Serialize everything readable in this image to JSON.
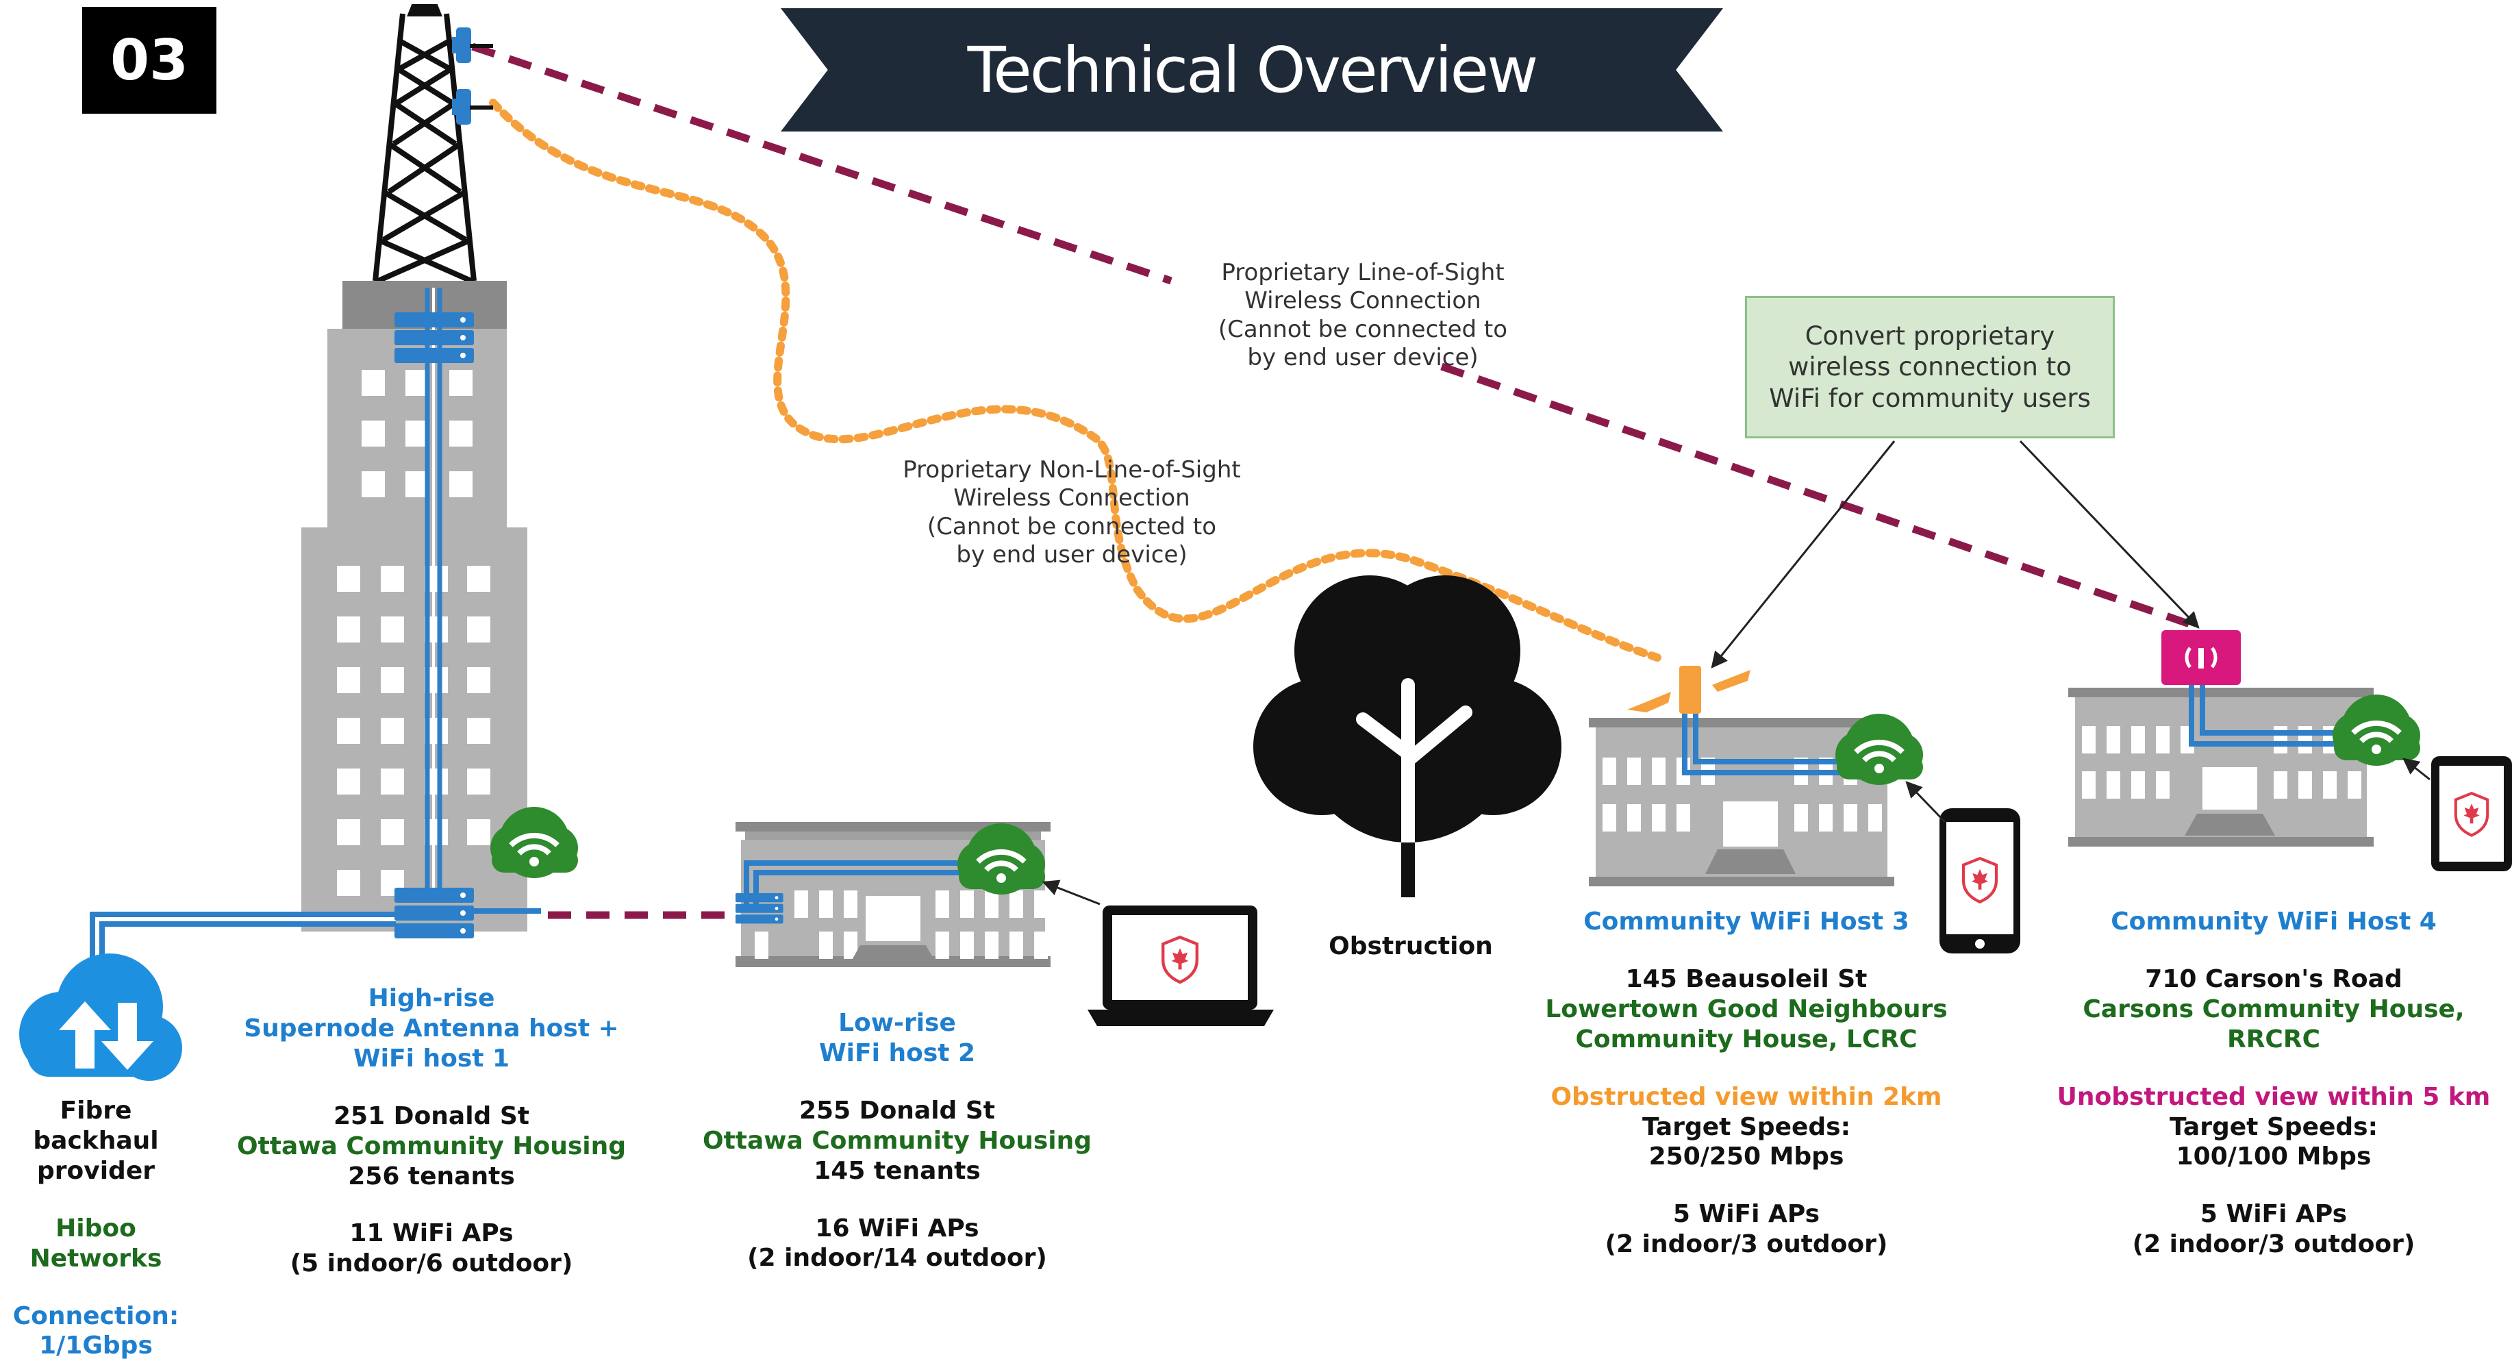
{
  "slide": {
    "number": "03",
    "title": "Technical Overview"
  },
  "labels": {
    "los": [
      "Proprietary Line-of-Sight",
      "Wireless Connection",
      "(Cannot be connected to",
      "by end user device)"
    ],
    "nlos": [
      "Proprietary Non-Line-of-Sight",
      "Wireless Connection",
      "(Cannot be connected to",
      "by end user device)"
    ],
    "convert": "Convert proprietary wireless connection to WiFi for community users",
    "obstruction": "Obstruction"
  },
  "nodes": {
    "fibre": {
      "name1": "Fibre backhaul",
      "name2": "provider",
      "company": "Hiboo Networks",
      "conn1": "Connection:",
      "conn2": "1/1Gbps"
    },
    "highrise": {
      "title1": "High-rise",
      "title2": "Supernode Antenna host +",
      "title3": "WiFi host 1",
      "address": "251 Donald St",
      "org": "Ottawa Community Housing",
      "tenants": "256 tenants",
      "aps": "11 WiFi APs",
      "split": "(5 indoor/6 outdoor)"
    },
    "lowrise": {
      "title1": "Low-rise",
      "title2": "WiFi host 2",
      "address": "255 Donald St",
      "org": "Ottawa Community Housing",
      "tenants": "145 tenants",
      "aps": "16 WiFi APs",
      "split": "(2 indoor/14 outdoor)"
    },
    "host3": {
      "title": "Community WiFi Host 3",
      "address": "145 Beausoleil St",
      "org1": "Lowertown Good Neighbours",
      "org2": "Community House, LCRC",
      "view": "Obstructed view within 2km",
      "speed_label": "Target Speeds:",
      "speed": "250/250 Mbps",
      "aps": "5 WiFi APs",
      "split": "(2 indoor/3 outdoor)"
    },
    "host4": {
      "title": "Community WiFi Host 4",
      "address": "710 Carson's Road",
      "org1": "Carsons Community House,",
      "org2": "RRCRC",
      "view": "Unobstructed view within 5 km",
      "speed_label": "Target Speeds:",
      "speed": "100/100 Mbps",
      "aps": "5 WiFi APs",
      "split": "(2 indoor/3 outdoor)"
    }
  },
  "colors": {
    "banner": "#1f2a38",
    "building": "#b3b3b3",
    "building_dark": "#8a8a8a",
    "cable": "#2d7fc9",
    "wifi": "#2e8b2e",
    "los_line": "#8b1a4a",
    "nlos_line": "#f5a03c",
    "cloud": "#1e90e0",
    "router_magenta": "#d8187c",
    "antenna_orange": "#f5a03c",
    "shield": "#e03a4a"
  },
  "icons": [
    "tower-icon",
    "cloud-icon",
    "wifi-icon",
    "server-icon",
    "laptop-icon",
    "phone-icon",
    "tablet-icon",
    "tree-icon",
    "router-icon",
    "antenna-icon"
  ]
}
